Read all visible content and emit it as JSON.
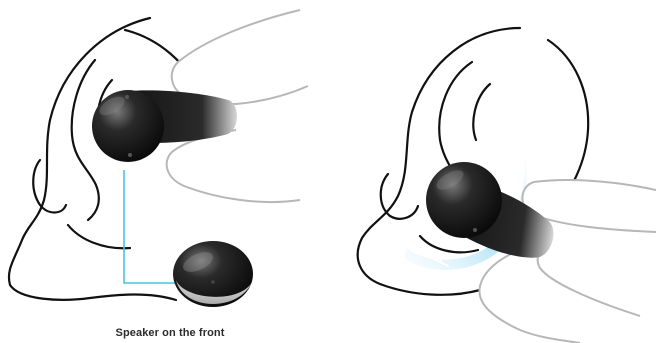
{
  "caption": "Speaker on the front",
  "colors": {
    "line": "#111111",
    "finger_stroke": "#b7b7b7",
    "earbud_dark": "#141414",
    "earbud_highlight": "#9a9a9a",
    "callout": "#4cc3df",
    "glow": "#bfe9fb"
  },
  "icons": [
    "earbud-in-ear-illustration",
    "earbud-detail-illustration",
    "earbud-rotate-fit-illustration",
    "rotate-arrow-icon"
  ]
}
